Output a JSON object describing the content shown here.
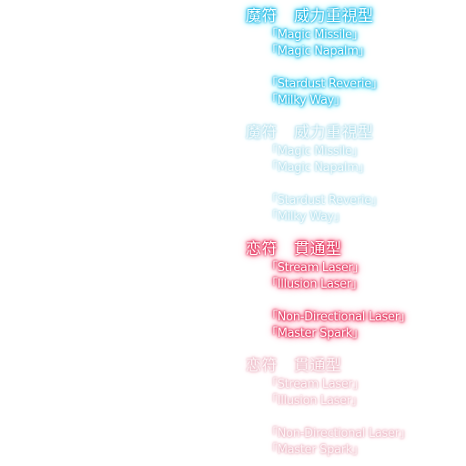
{
  "menu": {
    "groups": [
      {
        "theme": "blue-bright",
        "heading": {
          "prefix": "魔符",
          "title": "威力重視型"
        },
        "cards": [
          "「Magic Missile」",
          "「Magic Napalm」"
        ],
        "spells": [
          "「Stardust Reverie」",
          "「Milky Way」"
        ]
      },
      {
        "theme": "blue-dim",
        "heading": {
          "prefix": "魔符",
          "title": "威力重視型"
        },
        "cards": [
          "「Magic Missile」",
          "「Magic Napalm」"
        ],
        "spells": [
          "「Stardust Reverie」",
          "「Milky Way」"
        ]
      },
      {
        "theme": "red-bright",
        "heading": {
          "prefix": "恋符",
          "title": "貫通型"
        },
        "cards": [
          "「Stream Laser」",
          "「Illusion Laser」"
        ],
        "spells": [
          "「Non-Directional Laser」",
          "「Master Spark」"
        ]
      },
      {
        "theme": "red-dim",
        "heading": {
          "prefix": "恋符",
          "title": "貫通型"
        },
        "cards": [
          "「Stream Laser」",
          "「Illusion Laser」"
        ],
        "spells": [
          "「Non-Directional Laser」",
          "「Master Spark」"
        ]
      }
    ]
  },
  "colors": {
    "blue_glow": "#22c8f0",
    "blue_dim_glow": "#a8dcea",
    "red_glow": "#f03a66",
    "red_dim_glow": "#eab0be",
    "text": "#ffffff",
    "background": "#ffffff"
  }
}
